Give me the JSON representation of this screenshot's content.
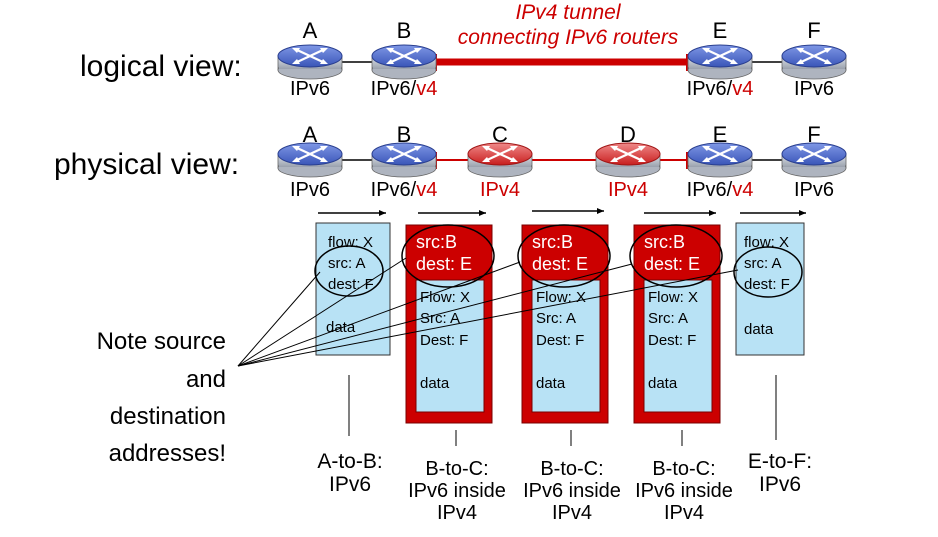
{
  "logical": {
    "label": "logical view:",
    "tunnel_line1": "IPv4 tunnel",
    "tunnel_line2": "connecting IPv6 routers",
    "routers": [
      {
        "letter": "A",
        "proto": "IPv6",
        "suffix": ""
      },
      {
        "letter": "B",
        "proto": "IPv6/",
        "suffix": "v4"
      },
      {
        "letter": "E",
        "proto": "IPv6/",
        "suffix": "v4"
      },
      {
        "letter": "F",
        "proto": "IPv6",
        "suffix": ""
      }
    ]
  },
  "physical": {
    "label": "physical view:",
    "routers": [
      {
        "letter": "A",
        "proto": "IPv6",
        "suffix": "",
        "type": "ipv6"
      },
      {
        "letter": "B",
        "proto": "IPv6/",
        "suffix": "v4",
        "type": "ipv6"
      },
      {
        "letter": "C",
        "proto": "",
        "suffix": "IPv4",
        "type": "ipv4"
      },
      {
        "letter": "D",
        "proto": "",
        "suffix": "IPv4",
        "type": "ipv4"
      },
      {
        "letter": "E",
        "proto": "IPv6/",
        "suffix": "v4",
        "type": "ipv6"
      },
      {
        "letter": "F",
        "proto": "IPv6",
        "suffix": "",
        "type": "ipv6"
      }
    ]
  },
  "note": [
    "Note source",
    "and",
    "destination",
    "addresses!"
  ],
  "packets": {
    "ipv6_ab": {
      "flow": "flow: X",
      "src": "src: A",
      "dest": "dest: F",
      "data": "data",
      "caption": [
        "A-to-B:",
        "IPv6"
      ]
    },
    "tunneled": [
      {
        "outer_src": "src:B",
        "outer_dest": "dest: E",
        "flow": "Flow: X",
        "src": "Src: A",
        "dest": "Dest: F",
        "data": "data",
        "caption": [
          "B-to-C:",
          "IPv6 inside",
          "IPv4"
        ]
      },
      {
        "outer_src": "src:B",
        "outer_dest": "dest: E",
        "flow": "Flow: X",
        "src": "Src: A",
        "dest": "Dest: F",
        "data": "data",
        "caption": [
          "B-to-C:",
          "IPv6 inside",
          "IPv4"
        ]
      },
      {
        "outer_src": "src:B",
        "outer_dest": "dest: E",
        "flow": "Flow: X",
        "src": "Src: A",
        "dest": "Dest: F",
        "data": "data",
        "caption": [
          "B-to-C:",
          "IPv6 inside",
          "IPv4"
        ]
      }
    ],
    "ipv6_ef": {
      "flow": "flow: X",
      "src": "src: A",
      "dest": "dest: F",
      "data": "data",
      "caption": [
        "E-to-F:",
        "IPv6"
      ]
    }
  },
  "colors": {
    "ipv6_router": "#3a56b8",
    "ipv4_router": "#c81e1e",
    "tunnel": "#cc0000",
    "packet_fill": "#b8e2f5",
    "ipv4_packet": "#cc0000"
  }
}
